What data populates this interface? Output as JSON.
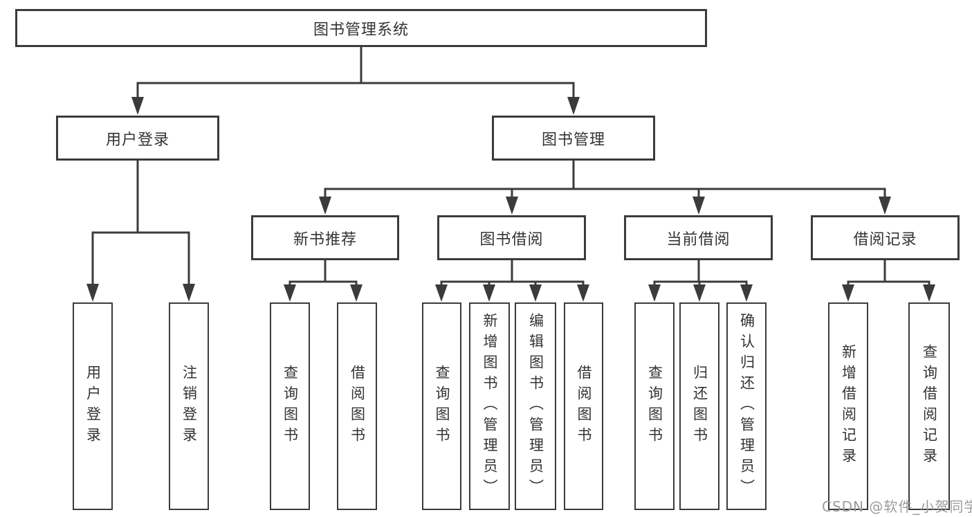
{
  "colors": {
    "line": "#3b3b3b",
    "box_border": "#3b3b3b",
    "text": "#333333",
    "watermark": "#9b9b9b",
    "background": "#ffffff"
  },
  "diagram": {
    "type": "hierarchy-tree",
    "root": {
      "label": "图书管理系统",
      "children": [
        {
          "label": "用户登录",
          "children": [
            "用户登录",
            "注销登录"
          ]
        },
        {
          "label": "图书管理",
          "children": [
            {
              "label": "新书推荐",
              "children": [
                "查询图书",
                "借阅图书"
              ]
            },
            {
              "label": "图书借阅",
              "children": [
                "查询图书",
                "新增图书（管理员）",
                "编辑图书（管理员）",
                "借阅图书"
              ]
            },
            {
              "label": "当前借阅",
              "children": [
                "查询图书",
                "归还图书",
                "确认归还（管理员）"
              ]
            },
            {
              "label": "借阅记录",
              "children": [
                "新增借阅记录",
                "查询借阅记录"
              ]
            }
          ]
        }
      ]
    }
  },
  "watermark": {
    "text": "CSDN @软件_小贺同学"
  }
}
